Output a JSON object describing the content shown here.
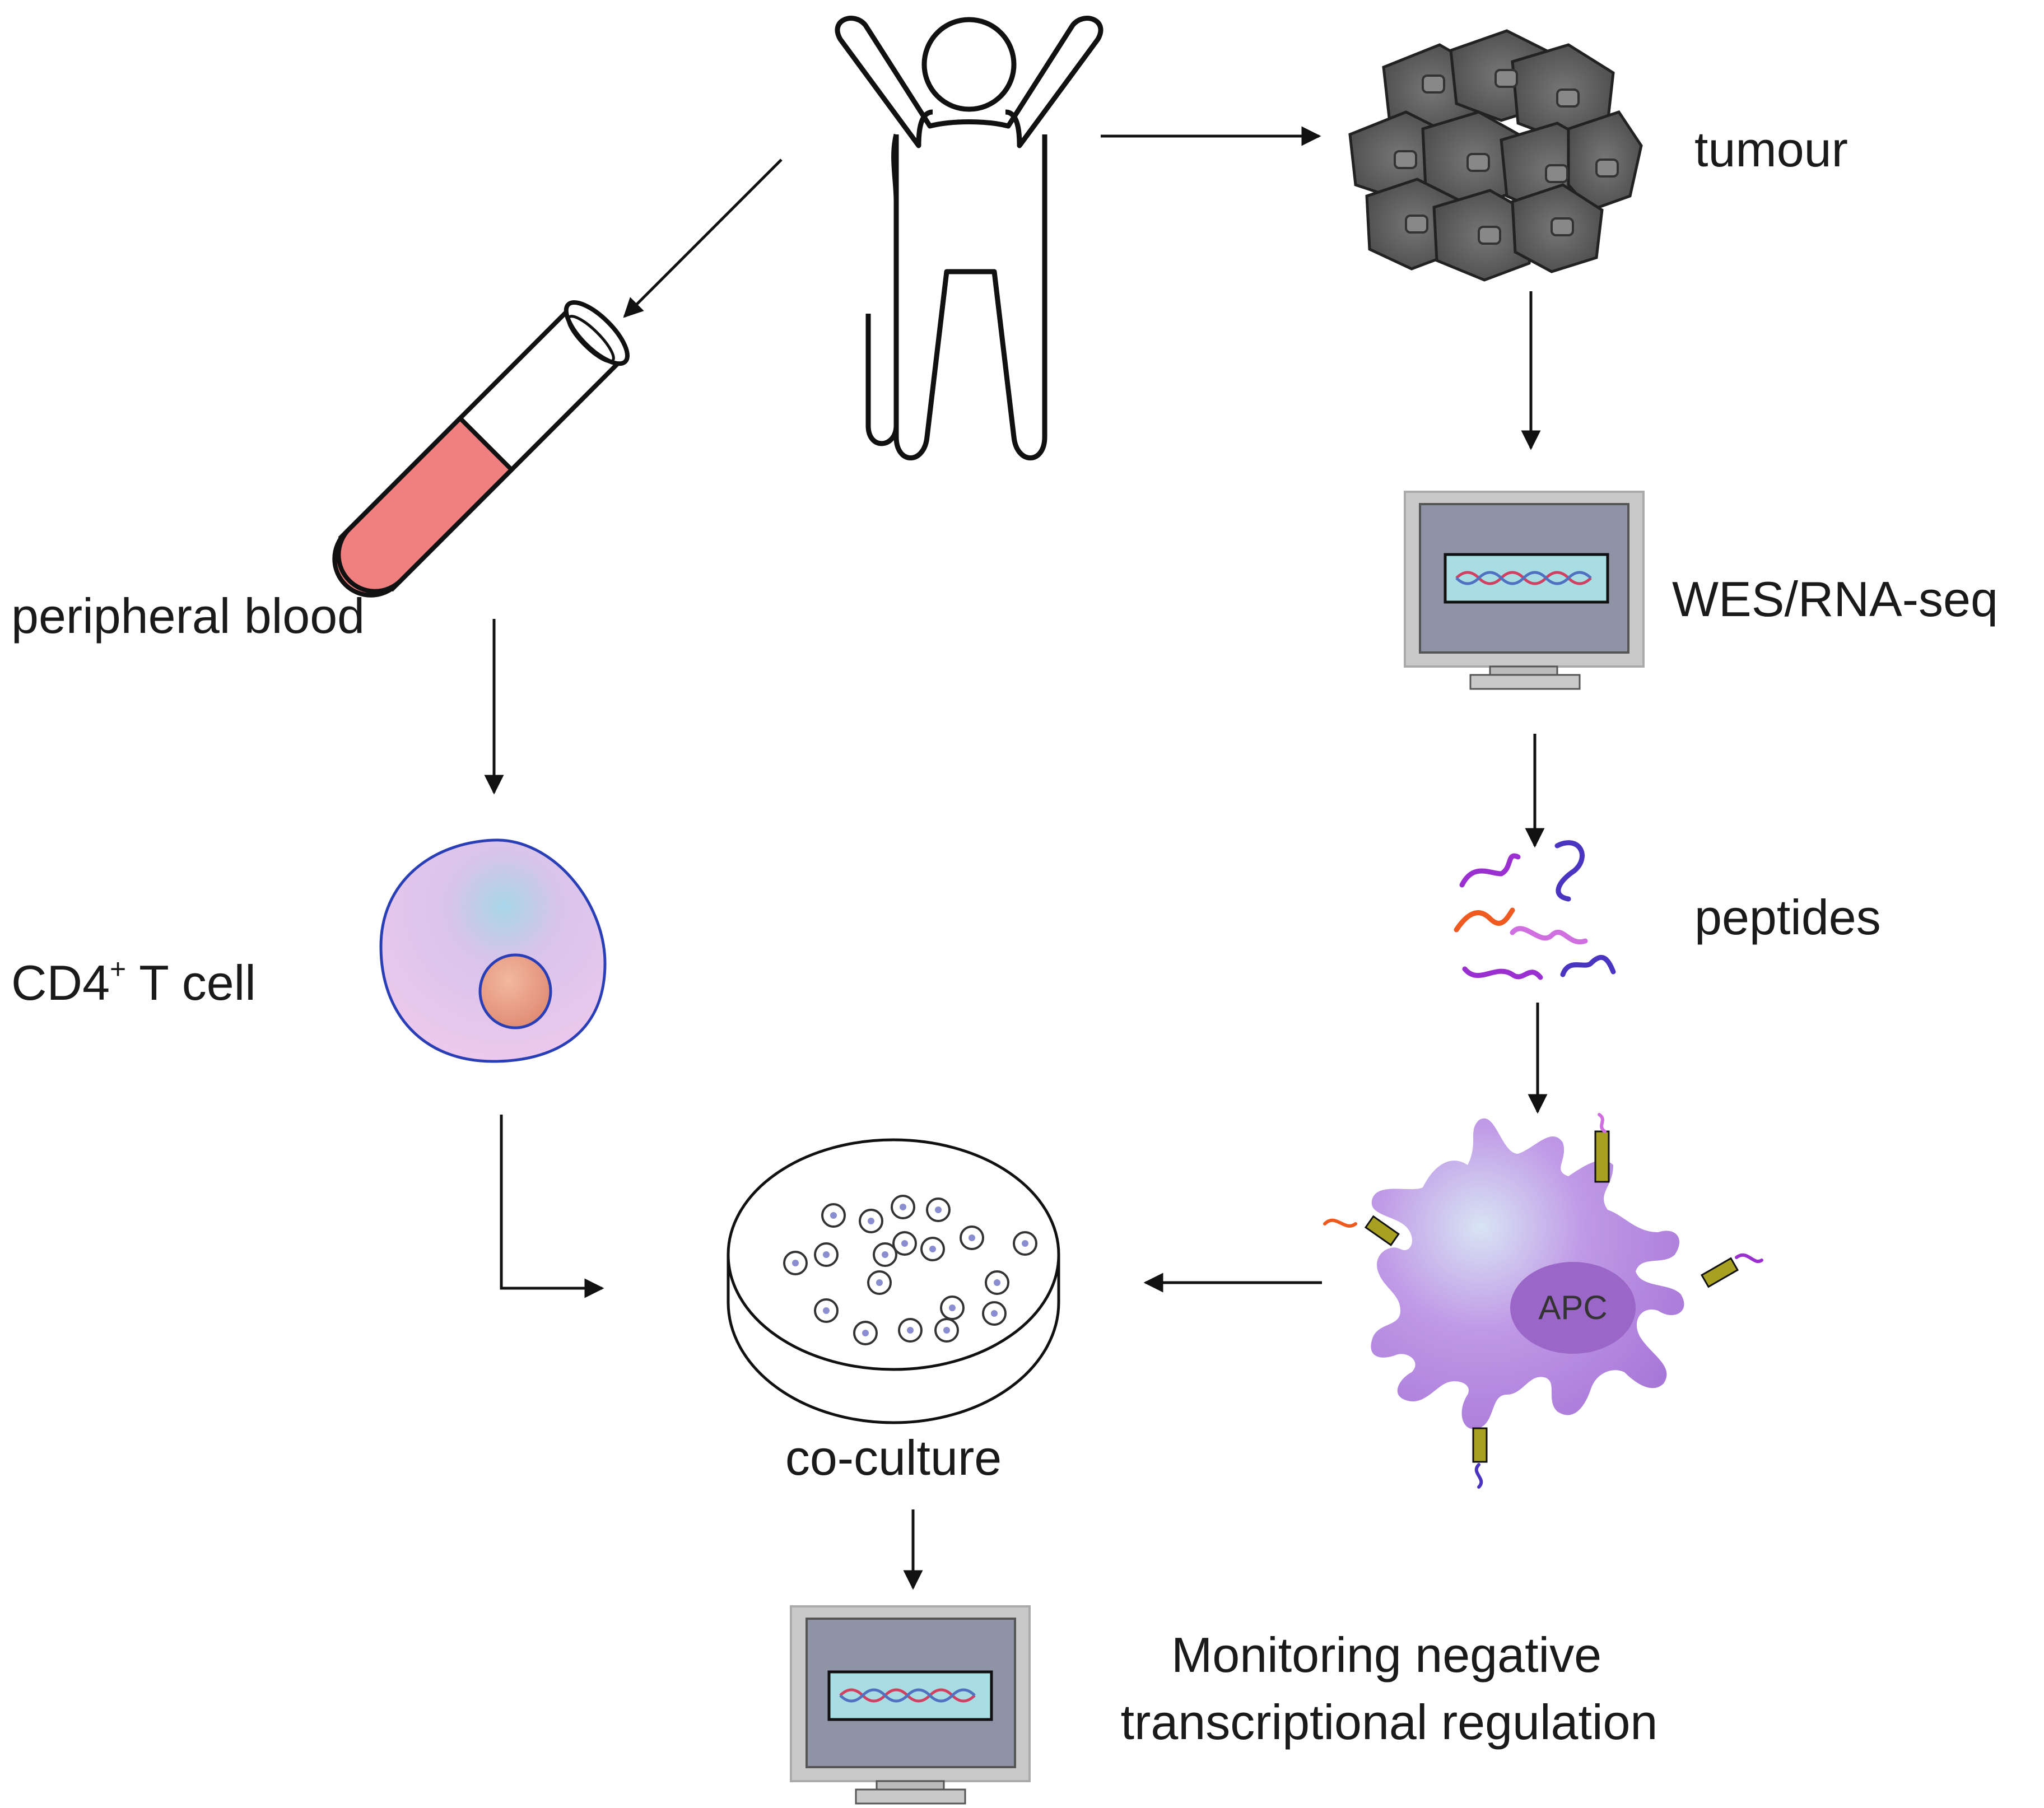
{
  "labels": {
    "tumour": "tumour",
    "wes": "WES/RNA-seq",
    "peptides": "peptides",
    "blood": "peripheral blood",
    "cd4_main": "CD4",
    "cd4_sup": "+",
    "cd4_rest": " T cell",
    "coculture": "co-culture",
    "apc": "APC",
    "monitor_line1": "Monitoring negative",
    "monitor_line2": "transcriptional regulation"
  },
  "colors": {
    "blood": "#f07f7f",
    "cell_body": "#e8c4ec",
    "cell_outline": "#2a3fb5",
    "nucleus": "#e89a80",
    "apc_body": "#b98ae0",
    "apc_nucleus": "#9a66c8",
    "monitor_frame": "#c9c9c9",
    "monitor_screen": "#8f93a6",
    "tumour_cell": "#5a5a5a"
  }
}
